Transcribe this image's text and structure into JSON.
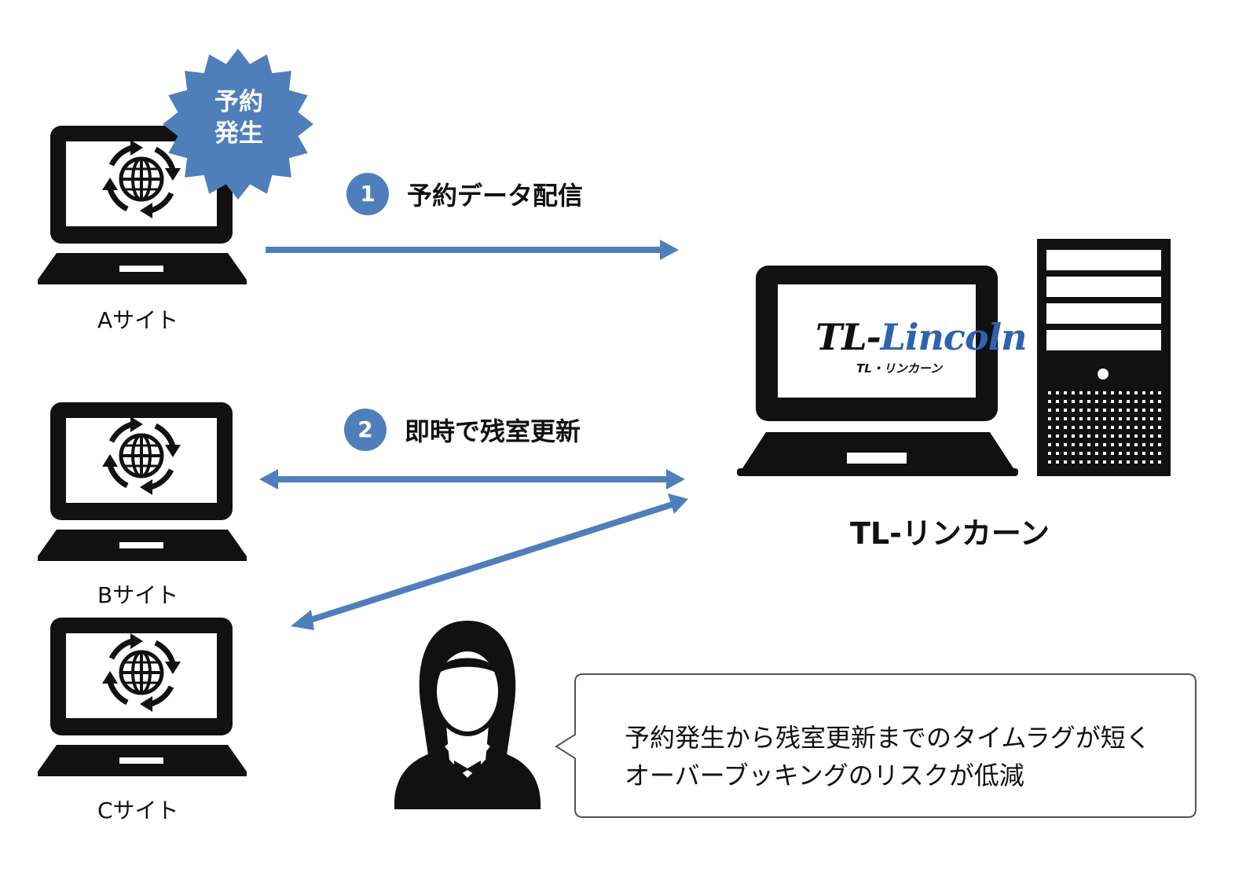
{
  "burst": {
    "line1": "予約",
    "line2": "発生"
  },
  "steps": [
    {
      "number": "1",
      "label": "予約データ配信"
    },
    {
      "number": "2",
      "label": "即時で残室更新"
    }
  ],
  "sites": {
    "a": "Aサイト",
    "b": "Bサイト",
    "c": "Cサイト"
  },
  "product": {
    "name": "TL-リンカーン",
    "logo_part1": "TL-",
    "logo_part2": "Lincoln",
    "logo_sub": "TL・リンカーン"
  },
  "bubble": {
    "line1": "予約発生から残室更新までのタイムラグが短く",
    "line2": "オーバーブッキングのリスクが低減"
  },
  "colors": {
    "accent": "#4f7fbb",
    "burst": "#4f7fbb",
    "dark": "#111111"
  },
  "icons": [
    "globe-sync-icon",
    "laptop-icon",
    "desktop-icon",
    "tower-icon",
    "person-icon"
  ]
}
